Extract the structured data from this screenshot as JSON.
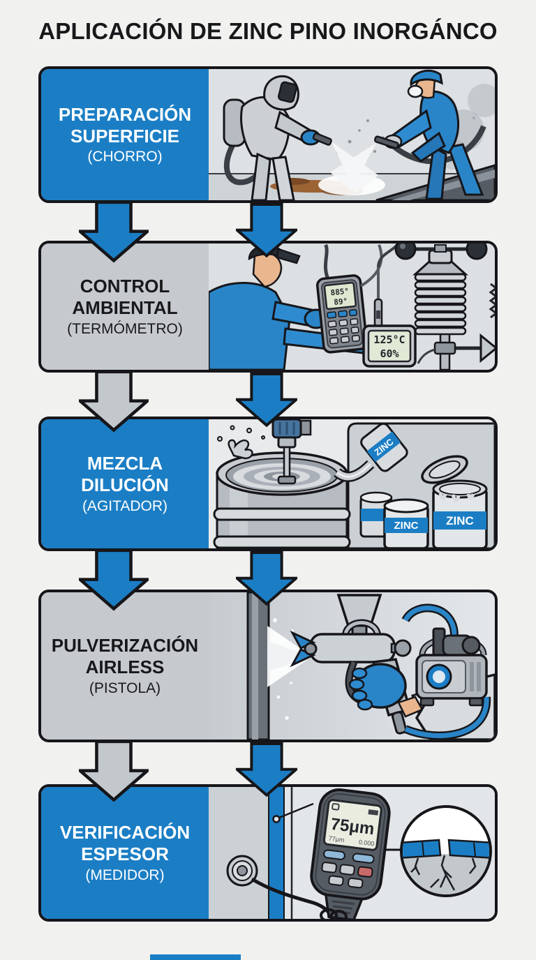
{
  "title": "APLICACIÓN DE ZINC PINO INORGÁNCO",
  "steps": [
    {
      "line1": "PREPARACIÓN",
      "line2": "SUPERFICIE",
      "sub": "(CHORRO)",
      "style": "blue"
    },
    {
      "line1": "CONTROL",
      "line2": "AMBIENTAL",
      "sub": "(TERMÓMETRO)",
      "style": "gray"
    },
    {
      "line1": "MEZCLA",
      "line2": "DILUCIÓN",
      "sub": "(AGITADOR)",
      "style": "blue"
    },
    {
      "line1": "PULVERIZACIÓN",
      "line2": "AIRLESS",
      "sub": "(PISTOLA)",
      "style": "gray"
    },
    {
      "line1": "VERIFICACIÓN",
      "line2": "ESPESOR",
      "sub": "(MEDIDOR)",
      "style": "blue"
    }
  ],
  "readouts": {
    "handheld_top": "885°",
    "handheld_bottom": "89°",
    "station_temp": "125°C",
    "station_humidity": "60%",
    "zinc_can_label": "ZINC",
    "gauge_main": "75μm",
    "gauge_secondary_left": "77μm",
    "gauge_secondary_right": "0.000"
  },
  "colors": {
    "accent_blue": "#1b7ec5",
    "label_gray": "#c6cacf",
    "outline": "#16161a",
    "background": "#f1f1ef",
    "worker_blue": "#2f8bd0"
  }
}
